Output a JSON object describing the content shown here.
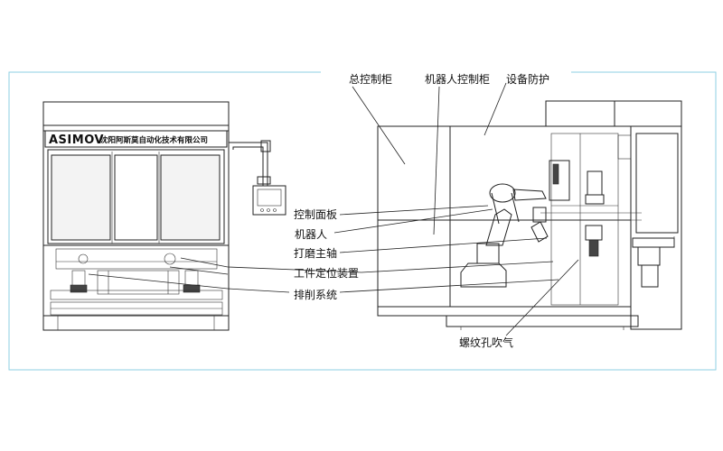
{
  "left_machine": {
    "brand": "ASIMOV",
    "company": "沈阳阿斯莫自动化技术有限公司"
  },
  "labels": {
    "control_cabinet": "总控制柜",
    "robot_cabinet": "机器人控制柜",
    "guard": "设备防护",
    "control_panel": "控制面板",
    "robot": "机器人",
    "grinding_spindle": "打磨主轴",
    "fixture": "工件定位装置",
    "chip_system": "排削系统",
    "thread_blow": "螺纹孔吹气"
  },
  "colors": {
    "frame_border": "#8ecfe3",
    "line": "#222222"
  }
}
